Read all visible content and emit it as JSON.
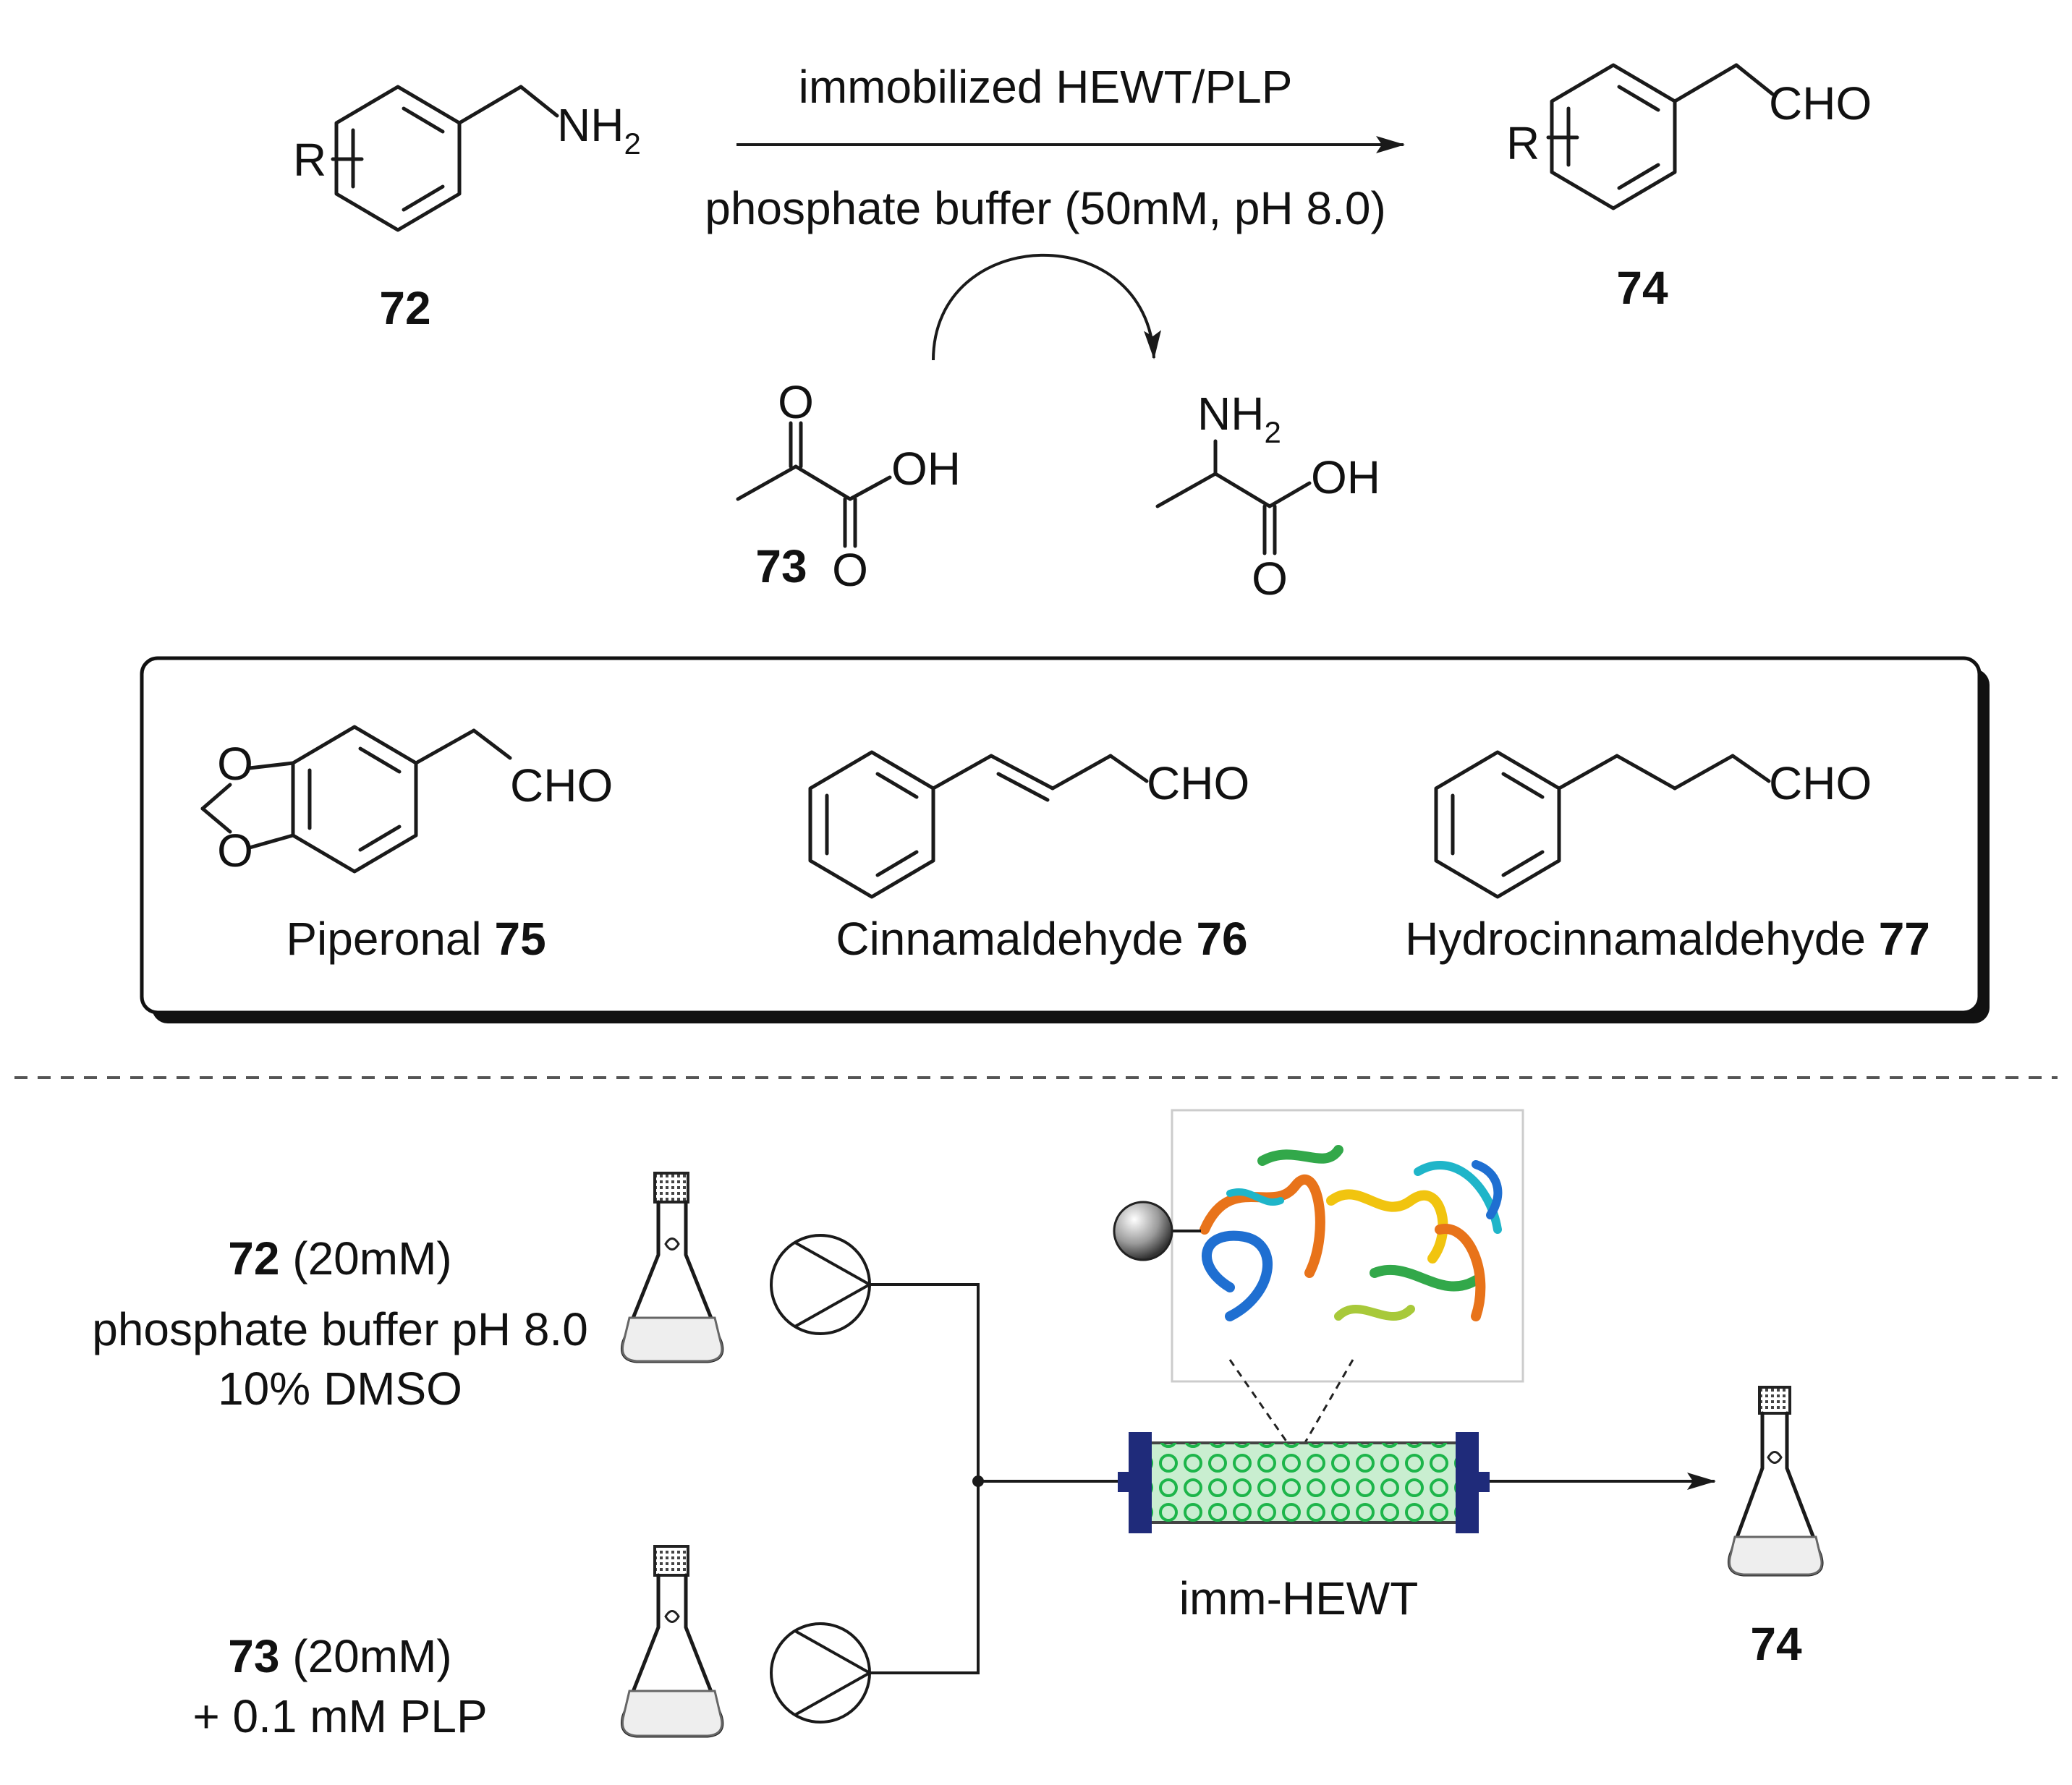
{
  "reaction": {
    "reagent_line": "immobilized HEWT/PLP",
    "condition_line": "phosphate buffer (50mM, pH 8.0)",
    "substrate": {
      "id": "72",
      "r_label": "R",
      "group": "NH",
      "group_sub": "2"
    },
    "product": {
      "id": "74",
      "r_label": "R",
      "group": "CHO"
    },
    "cosubstrate": {
      "id": "73",
      "oh": "OH",
      "o_top": "O",
      "o_bottom": "O"
    },
    "coproduct": {
      "nh": "NH",
      "nh_sub": "2",
      "oh": "OH",
      "o": "O"
    }
  },
  "box": {
    "items": [
      {
        "name": "Piperonal",
        "id": "75",
        "cho": "CHO",
        "o1": "O",
        "o2": "O"
      },
      {
        "name": "Cinnamaldehyde",
        "id": "76",
        "cho": "CHO"
      },
      {
        "name": "Hydrocinnamaldehyde",
        "id": "77",
        "cho": "CHO"
      }
    ]
  },
  "flow": {
    "feed1": {
      "id": "72",
      "conc": " (20mM)",
      "line2": "phosphate buffer pH 8.0",
      "line3": "10% DMSO"
    },
    "feed2": {
      "id": "73",
      "conc": " (20mM)",
      "line2": "+ 0.1 mM PLP"
    },
    "column_label": "imm-HEWT",
    "product_id": "74"
  },
  "colors": {
    "column_cap": "#1f2b7a",
    "bead": "#1db54a",
    "column_fill": "#c9eed0"
  }
}
